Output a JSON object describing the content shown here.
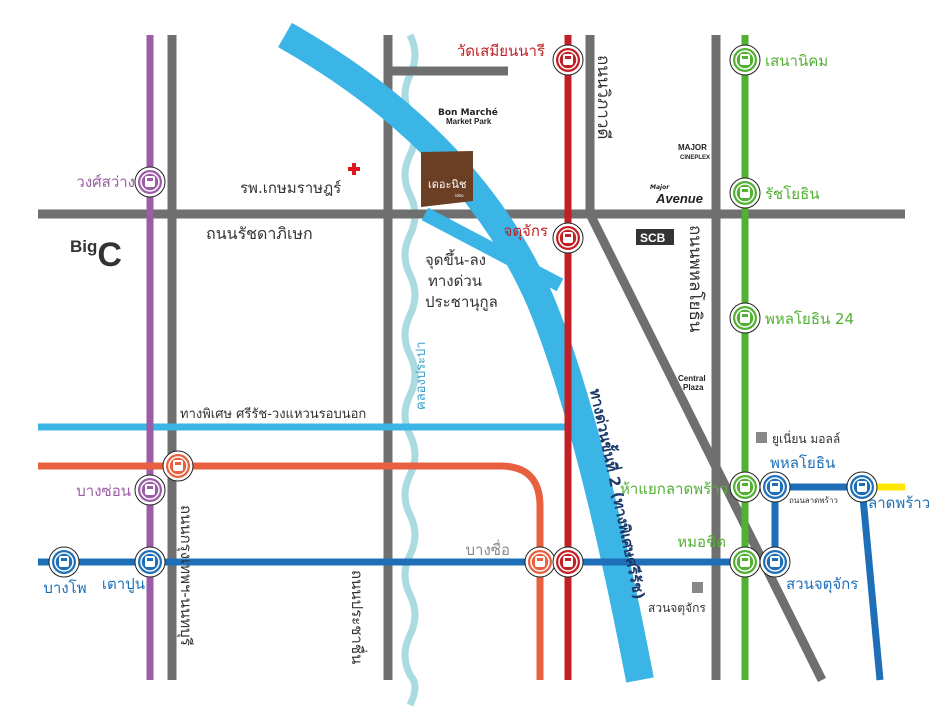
{
  "colors": {
    "road": "#6f6f6f",
    "mrt_purple": "#9b5ea6",
    "srt_red": "#c21f26",
    "srt_orange": "#e8603f",
    "mrt_blue": "#1e6fb8",
    "bts_green": "#52b033",
    "expressway": "#3bb5e6",
    "canal": "#a9dbe1",
    "yellow_line": "#ffe600",
    "project": "#6b3f24"
  },
  "landmarks": {
    "bon_marche": "Bon Marché",
    "bon_marche_sub": "Market Park",
    "project": "เดอะนิช",
    "project_sub": "ideo",
    "hospital": "รพ.เกษมราษฎร์",
    "big_c_big": "Big",
    "big_c_c": "C",
    "major_cineplex_1": "MAJOR",
    "major_cineplex_2": "CINEPLEX",
    "major_avenue_1": "Major",
    "major_avenue_2": "Avenue",
    "scb": "SCB",
    "central_1": "Central",
    "central_2": "Plaza",
    "union_mall": "ยูเนี่ยน มอลล์",
    "chatuchak_park": "สวนจตุจักร",
    "expressway_ramp_1": "จุดขึ้น-ลง",
    "expressway_ramp_2": "ทางด่วน",
    "expressway_ramp_3": "ประชานุกูล"
  },
  "roads": {
    "ratchadaphisek": "ถนนรัชดาภิเษก",
    "vibhavadi": "ถนนวิภาวดี",
    "phahonyothin": "ถนนพหลโยธิน",
    "krungthep_nonthaburi": "ถนนกรุงเทพฯ-นนทบุรี",
    "pracharat": "ถนนประชาชื่น",
    "canal": "คลองประปา",
    "sirat": "ทางพิเศษ ศรีรัช-วงแหวนรอบนอก",
    "expressway2": "ทางด่วนขั้นที่ 2 (ทางพิเศษศรีรัช)",
    "ladprao": "ถนนลาดพร้าว"
  },
  "stations": {
    "wat_samian_nari": "วัดเสมียนนารี",
    "chatuchak": "จตุจักร",
    "wong_sawang": "วงศ์สว่าง",
    "bang_son": "บางซ่อน",
    "tao_poon": "เตาปูน",
    "bang_pho": "บางโพ",
    "bang_sue": "บางซื่อ",
    "sena_nikhom": "เสนานิคม",
    "ratchayothin": "รัชโยธิน",
    "phahon24": "พหลโยธิน 24",
    "ha_yaek": "ห้าแยกลาดพร้าว",
    "phahonyothin": "พหลโยธิน",
    "mo_chit": "หมอชิต",
    "chatuchak_park": "สวนจตุจักร",
    "lat_phrao": "ลาดพร้าว"
  }
}
